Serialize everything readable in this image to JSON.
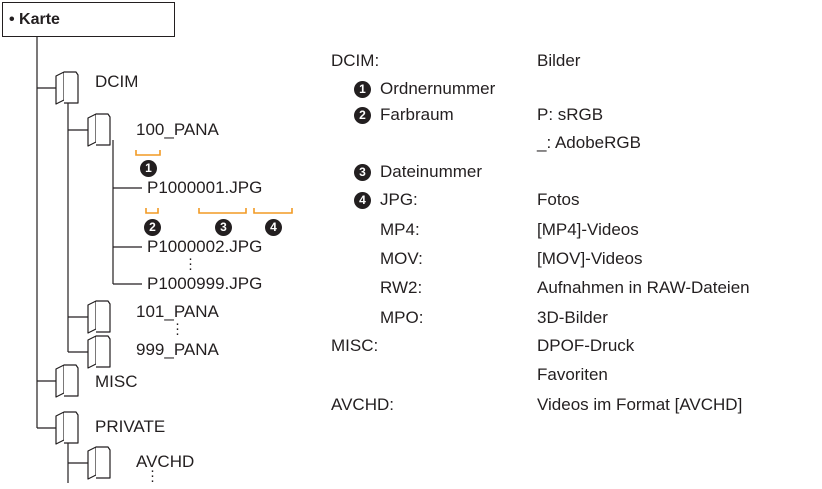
{
  "card": {
    "label": "Karte"
  },
  "tree": {
    "dcim": "DCIM",
    "folder100": "100_PANA",
    "file1": "P1000001.JPG",
    "file2": "P1000002.JPG",
    "file3": "P1000999.JPG",
    "folder101": "101_PANA",
    "folder999": "999_PANA",
    "misc": "MISC",
    "private": "PRIVATE",
    "avchd": "AVCHD"
  },
  "badges": [
    "1",
    "2",
    "3",
    "4"
  ],
  "legend": {
    "dcim_key": "DCIM:",
    "dcim_val": "Bilder",
    "item1": "Ordnernummer",
    "item2_key": "Farbraum",
    "item2_val1": "P: sRGB",
    "item2_val2": "_: AdobeRGB",
    "item3": "Dateinummer",
    "jpg_key": "JPG:",
    "jpg_val": "Fotos",
    "mp4_key": "MP4:",
    "mp4_val": "[MP4]-Videos",
    "mov_key": "MOV:",
    "mov_val": "[MOV]-Videos",
    "rw2_key": "RW2:",
    "rw2_val": "Aufnahmen in RAW-Dateien",
    "mpo_key": "MPO:",
    "mpo_val": "3D-Bilder",
    "misc_key": "MISC:",
    "misc_val1": "DPOF-Druck",
    "misc_val2": "Favoriten",
    "avchd_key": "AVCHD:",
    "avchd_val": "Videos im Format [AVCHD]"
  },
  "colors": {
    "bracket": "#f29a24",
    "text": "#231f20"
  },
  "icons": {
    "folder": "folder-icon",
    "bullet": "bullet-dot"
  }
}
